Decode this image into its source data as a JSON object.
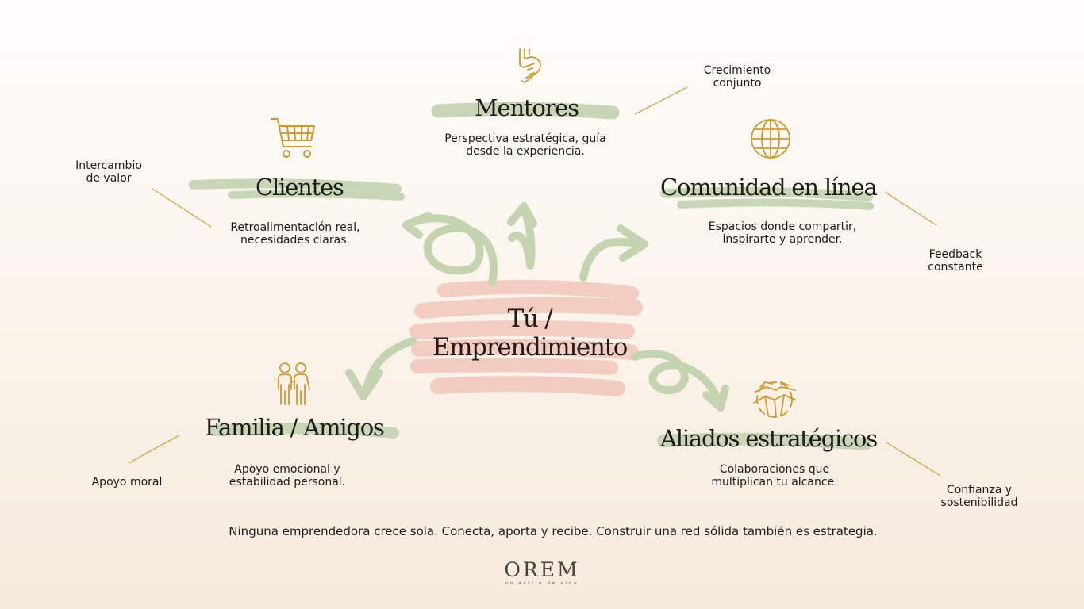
{
  "center": {
    "line1": "Tú /",
    "line2": "Emprendimiento"
  },
  "nodes": {
    "mentores": {
      "title": "Mentores",
      "desc": [
        "Perspectiva estratégica, guía",
        "desde la experiencia."
      ],
      "note": [
        "Crecimiento",
        "conjunto"
      ],
      "icon": "handshake-icon"
    },
    "clientes": {
      "title": "Clientes",
      "desc": [
        "Retroalimentación real,",
        "necesidades claras."
      ],
      "note": [
        "Intercambio",
        "de valor"
      ],
      "icon": "shopping-cart-icon"
    },
    "comunidad": {
      "title": "Comunidad en línea",
      "desc": [
        "Espacios donde compartir,",
        "inspirarte y aprender."
      ],
      "note": [
        "Feedback",
        "constante"
      ],
      "icon": "globe-icon"
    },
    "familia": {
      "title": "Familia / Amigos",
      "desc": [
        "Apoyo emocional y",
        "estabilidad personal."
      ],
      "note": [
        "Apoyo moral"
      ],
      "icon": "people-icon"
    },
    "aliados": {
      "title": "Aliados estratégicos",
      "desc": [
        "Colaboraciones que",
        "multiplican tu alcance."
      ],
      "note": [
        "Confianza y",
        "sostenibilidad"
      ],
      "icon": "stacked-hands-icon"
    }
  },
  "footer": "Ninguna emprendedora crece sola. Conecta, aporta y recibe. Construir una red sólida también es estrategia.",
  "brand": {
    "name": "OREM",
    "tagline": "un estilo de vida"
  },
  "colors": {
    "brush_green": "#c7d6b6",
    "brush_pink": "#f3cbbf",
    "icon_gold": "#d09a2e",
    "connector": "#d4a545",
    "text": "#1f1a17"
  }
}
